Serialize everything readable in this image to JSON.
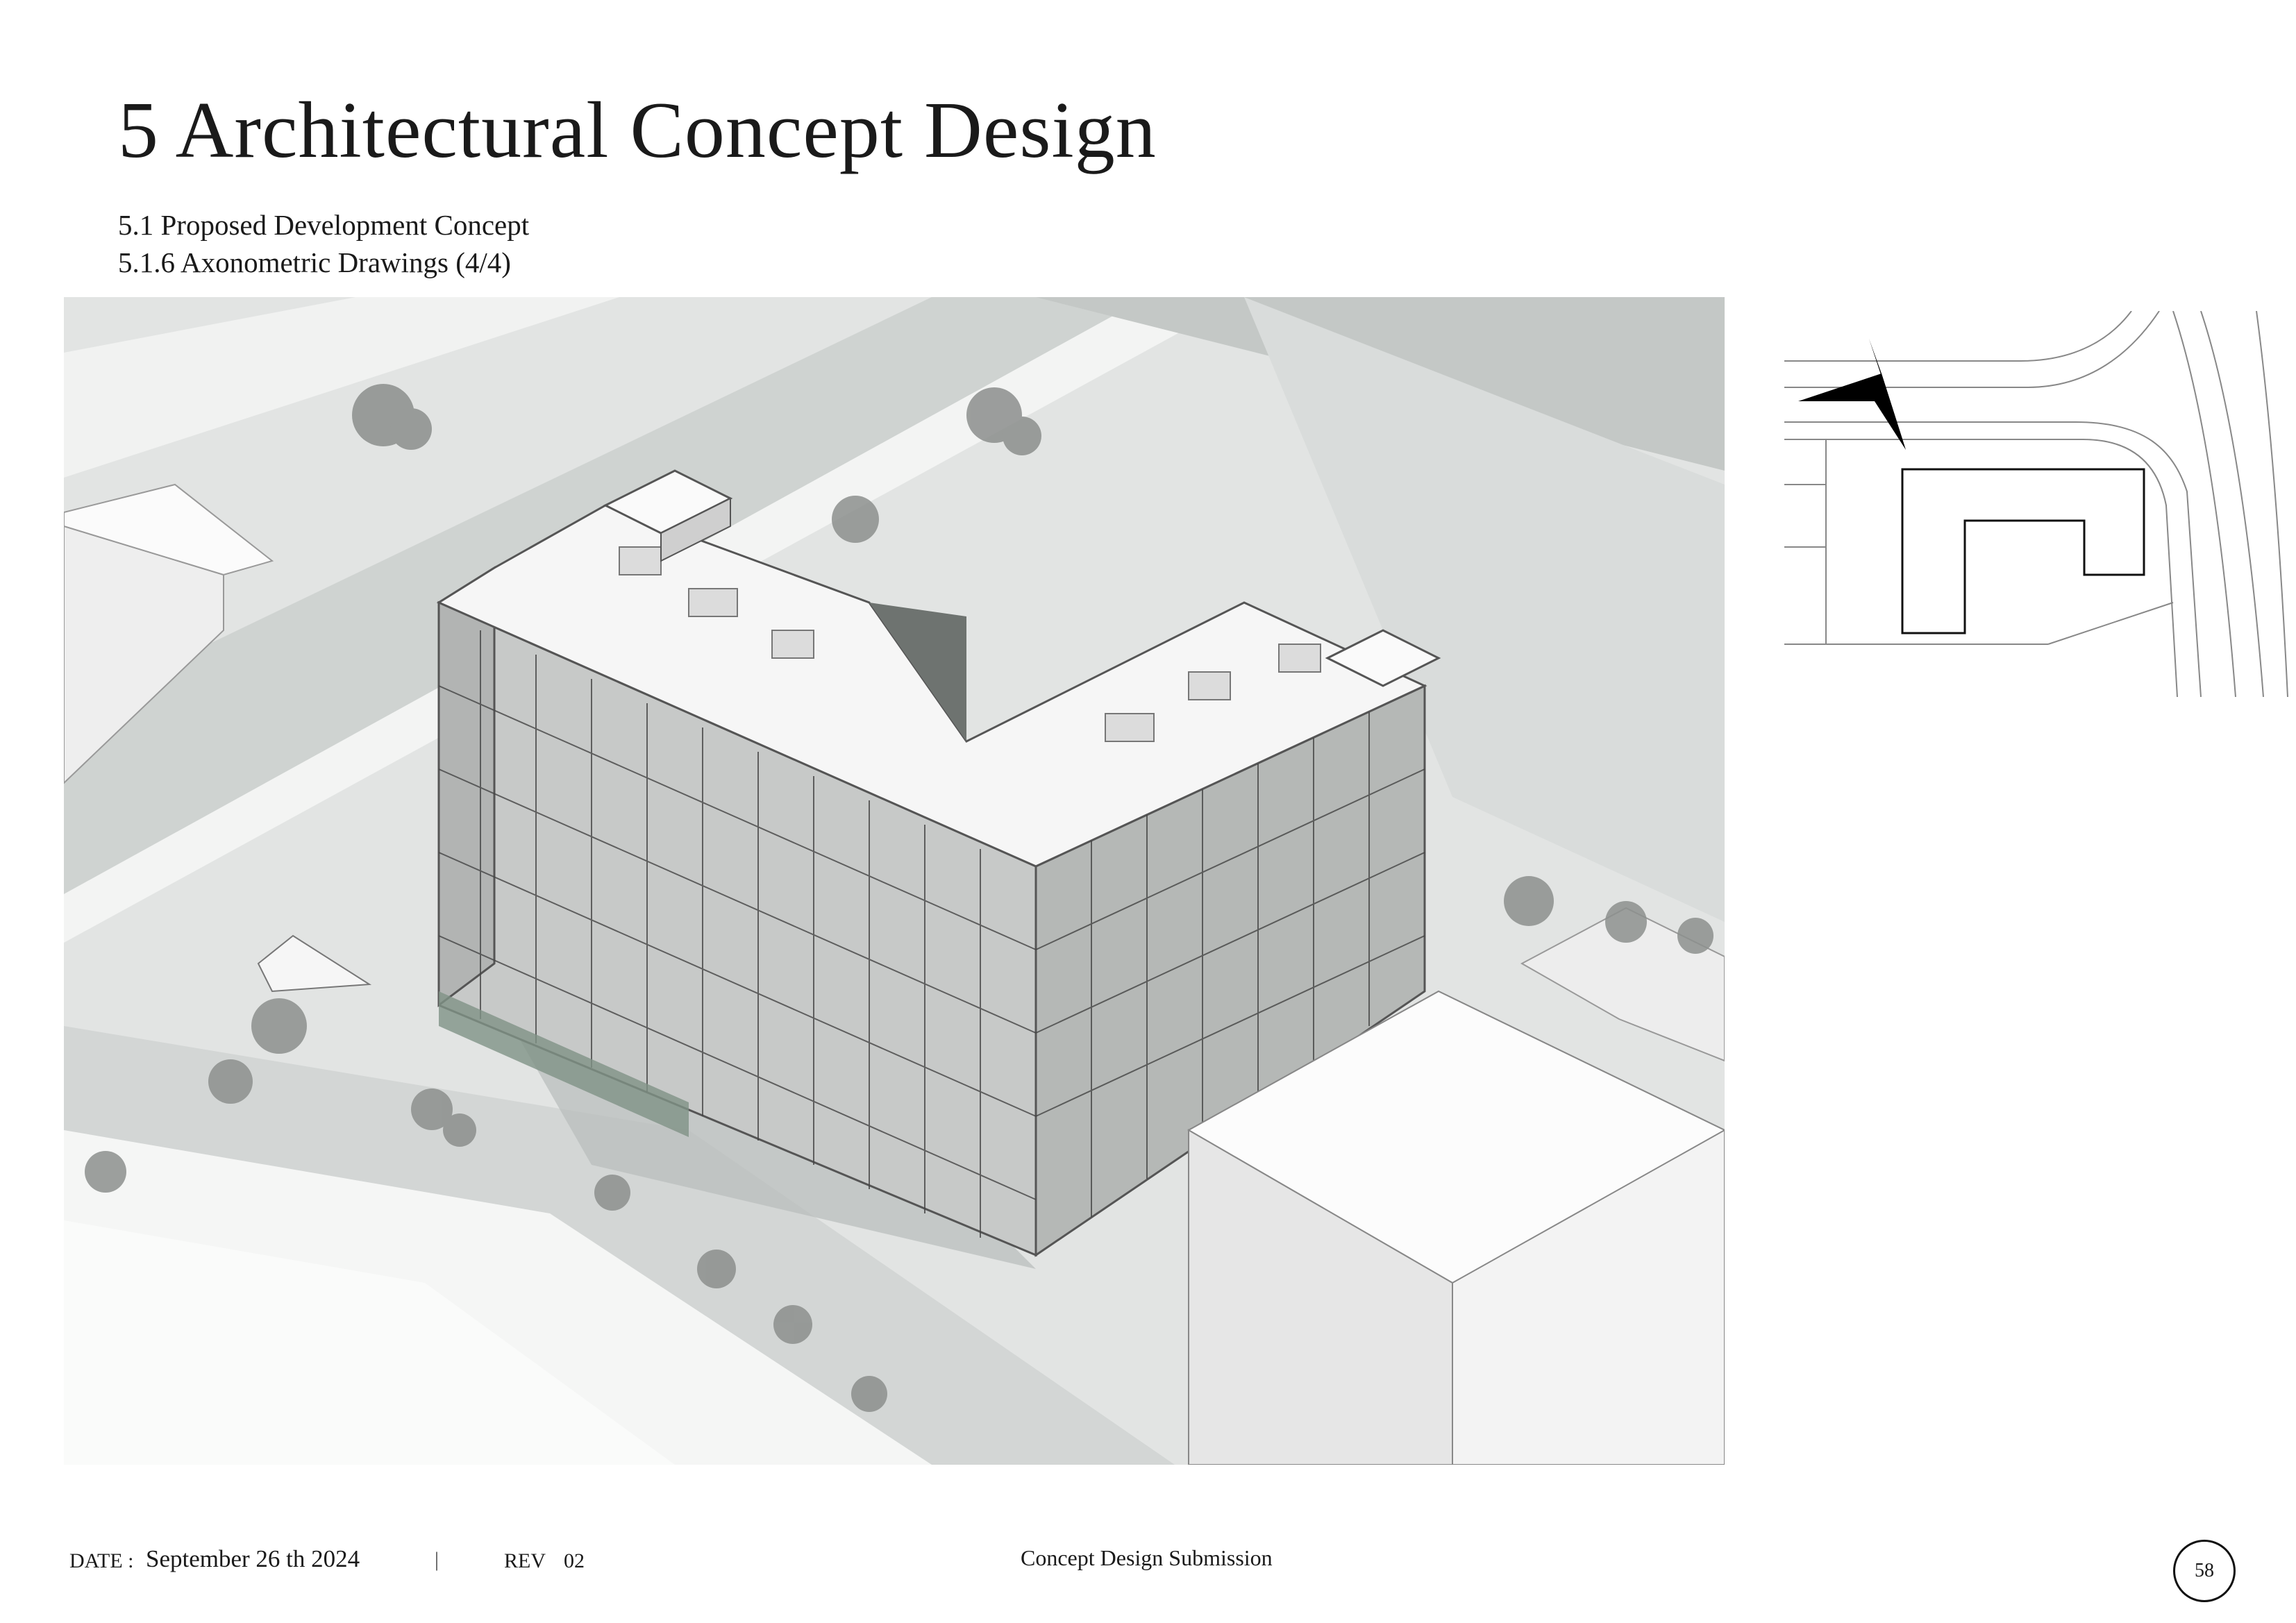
{
  "header": {
    "title": "5 Architectural Concept Design",
    "subtitle_section": "5.1 Proposed Development Concept",
    "subtitle_drawing": "5.1.6 Axonometric Drawings (4/4)"
  },
  "figures": {
    "axonometric_view": "axonometric-building-illustration",
    "key_plan": "site-key-plan-with-north-arrow"
  },
  "footer": {
    "date_label": "DATE :",
    "date_value": "September 26 th 2024",
    "separator": "|",
    "rev_label": "REV",
    "rev_value": "02",
    "submission": "Concept Design Submission",
    "page_number": "58"
  },
  "colors": {
    "ink": "#1a1a1a",
    "drawing_background": "#e3e5e4"
  }
}
